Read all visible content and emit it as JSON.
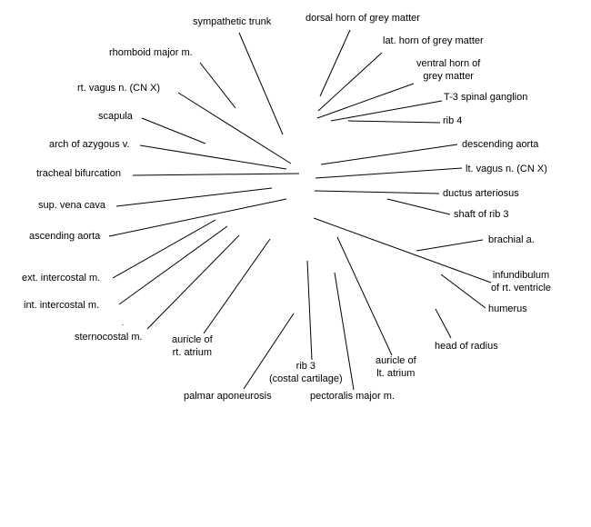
{
  "line_color": "#000000",
  "labels": {
    "sympathetic_trunk": "sympathetic trunk",
    "dorsal_horn": "dorsal horn of grey matter",
    "lat_horn": "lat. horn of grey matter",
    "ventral_horn": "ventral horn of\ngrey matter",
    "t3_spinal_ganglion": "T-3 spinal ganglion",
    "rib_4": "rib 4",
    "rhomboid_major": "rhomboid major m.",
    "rt_vagus": "rt. vagus n. (CN X)",
    "scapula": "scapula",
    "arch_of_azygous": "arch of azygous v.",
    "tracheal_bifurcation": "tracheal bifurcation",
    "sup_vena_cava": "sup. vena cava",
    "ascending_aorta": "ascending aorta",
    "ext_intercostal": "ext. intercostal m.",
    "int_intercostal": "int. intercostal m.",
    "sternocostal": "sternocostal m.",
    "auricle_rt_atrium": "auricle of\nrt. atrium",
    "palmar_aponeurosis": "palmar aponeurosis",
    "rib_3_costal": "rib 3\n(costal cartilage)",
    "pectoralis_major": "pectoralis major m.",
    "auricle_lt_atrium": "auricle of\nlt. atrium",
    "descending_aorta": "descending aorta",
    "lt_vagus": "lt. vagus n. (CN X)",
    "ductus_arteriosus": "ductus arteriosus",
    "shaft_of_rib_3": "shaft of rib 3",
    "brachial_a": "brachial a.",
    "infundibulum": "infundibulum\nof rt. ventricle",
    "humerus": "humerus",
    "head_of_radius": "head of radius"
  }
}
